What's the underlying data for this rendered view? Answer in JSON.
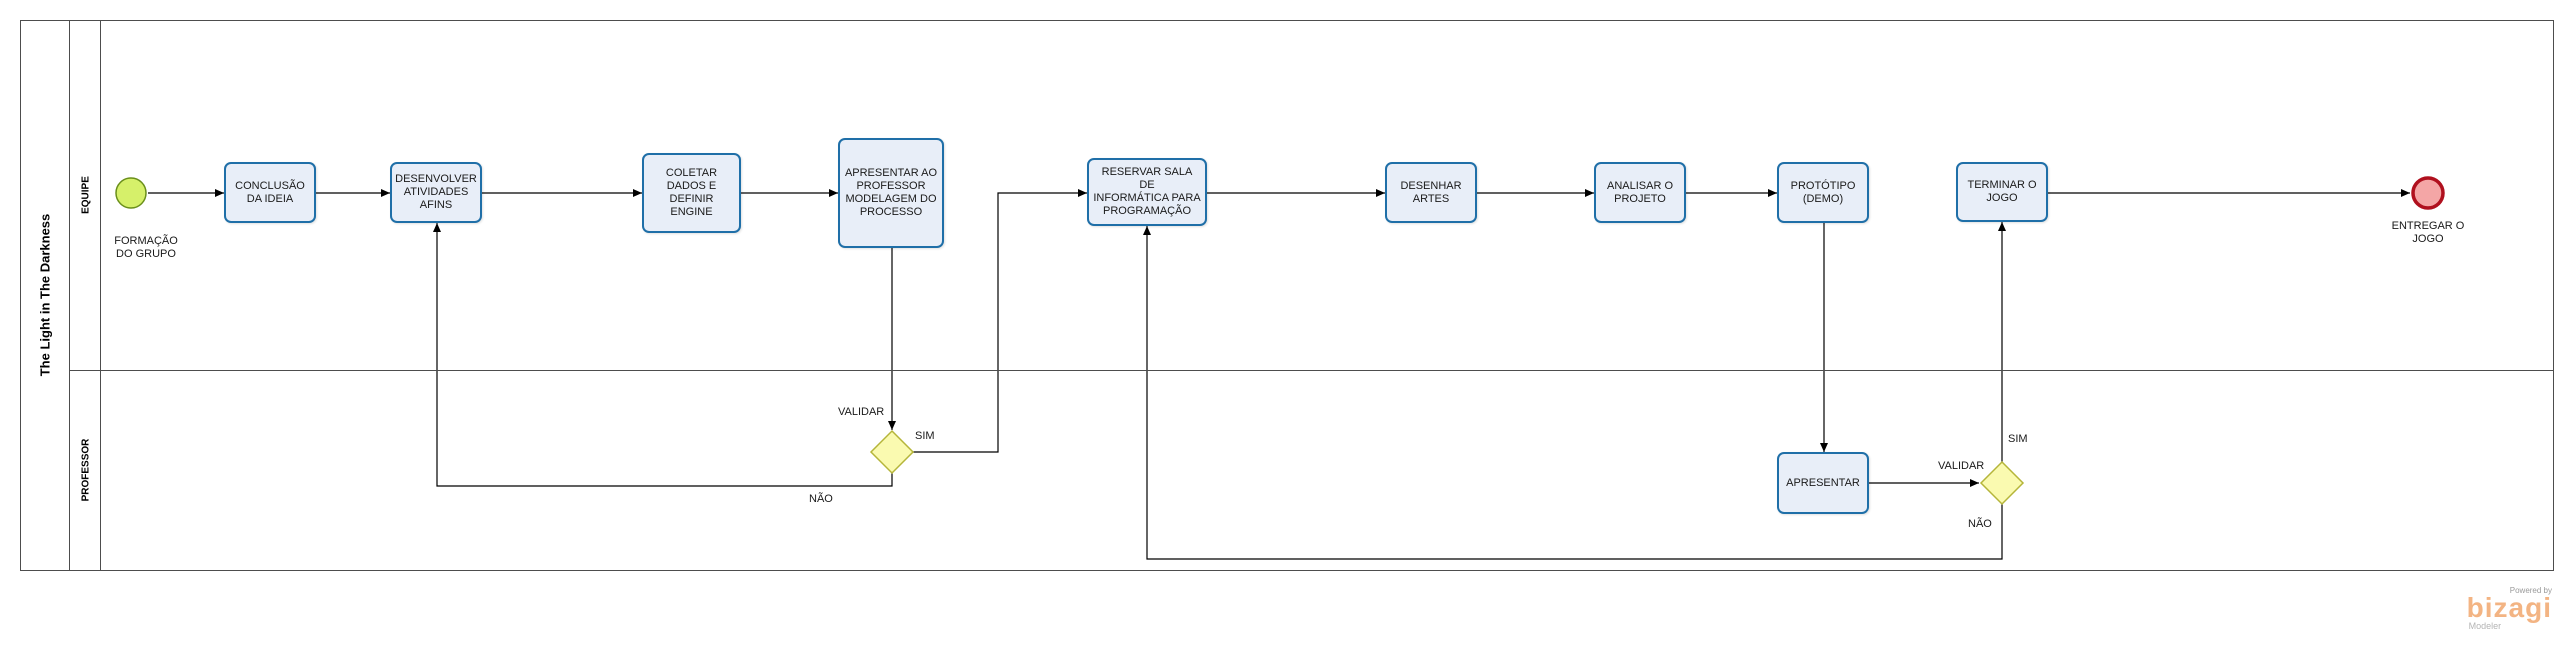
{
  "pool": {
    "title": "The Light in The Darkness"
  },
  "lanes": [
    {
      "name": "EQUIPE"
    },
    {
      "name": "PROFESSOR"
    }
  ],
  "events": {
    "start": {
      "label": "FORMAÇÃO\nDO GRUPO",
      "color": "#d6f06a"
    },
    "end": {
      "label": "ENTREGAR O\nJOGO",
      "color": "#f4a6a6"
    }
  },
  "tasks": {
    "conclusao": "CONCLUSÃO\nDA IDEIA",
    "desenvolver": "DESENVOLVER\nATIVIDADES\nAFINS",
    "coletar": "COLETAR\nDADOS E\nDEFINIR ENGINE",
    "apresentar_prof": "APRESENTAR  AO\nPROFESSOR\nMODELAGEM DO\nPROCESSO",
    "reservar": "RESERVAR SALA DE\nINFORMÁTICA PARA\nPROGRAMAÇÃO",
    "desenhar": "DESENHAR\nARTES",
    "analisar": "ANALISAR O\nPROJETO",
    "prototipo": "PROTÓTIPO\n(DEMO)",
    "terminar": "TERMINAR O\nJOGO",
    "apresentar": "APRESENTAR"
  },
  "gateways": {
    "g1": {
      "label": "VALIDAR",
      "yes": "SIM",
      "no": "NÃO"
    },
    "g2": {
      "label": "VALIDAR",
      "yes": "SIM",
      "no": "NÃO"
    }
  },
  "colors": {
    "task_fill": "#e8eef8",
    "task_border": "#1f6fa8",
    "gateway_fill": "#fafab0",
    "gateway_border": "#b5b53a"
  },
  "branding": {
    "top": "Powered by",
    "main": "bizagi",
    "bottom": "Modeler"
  }
}
